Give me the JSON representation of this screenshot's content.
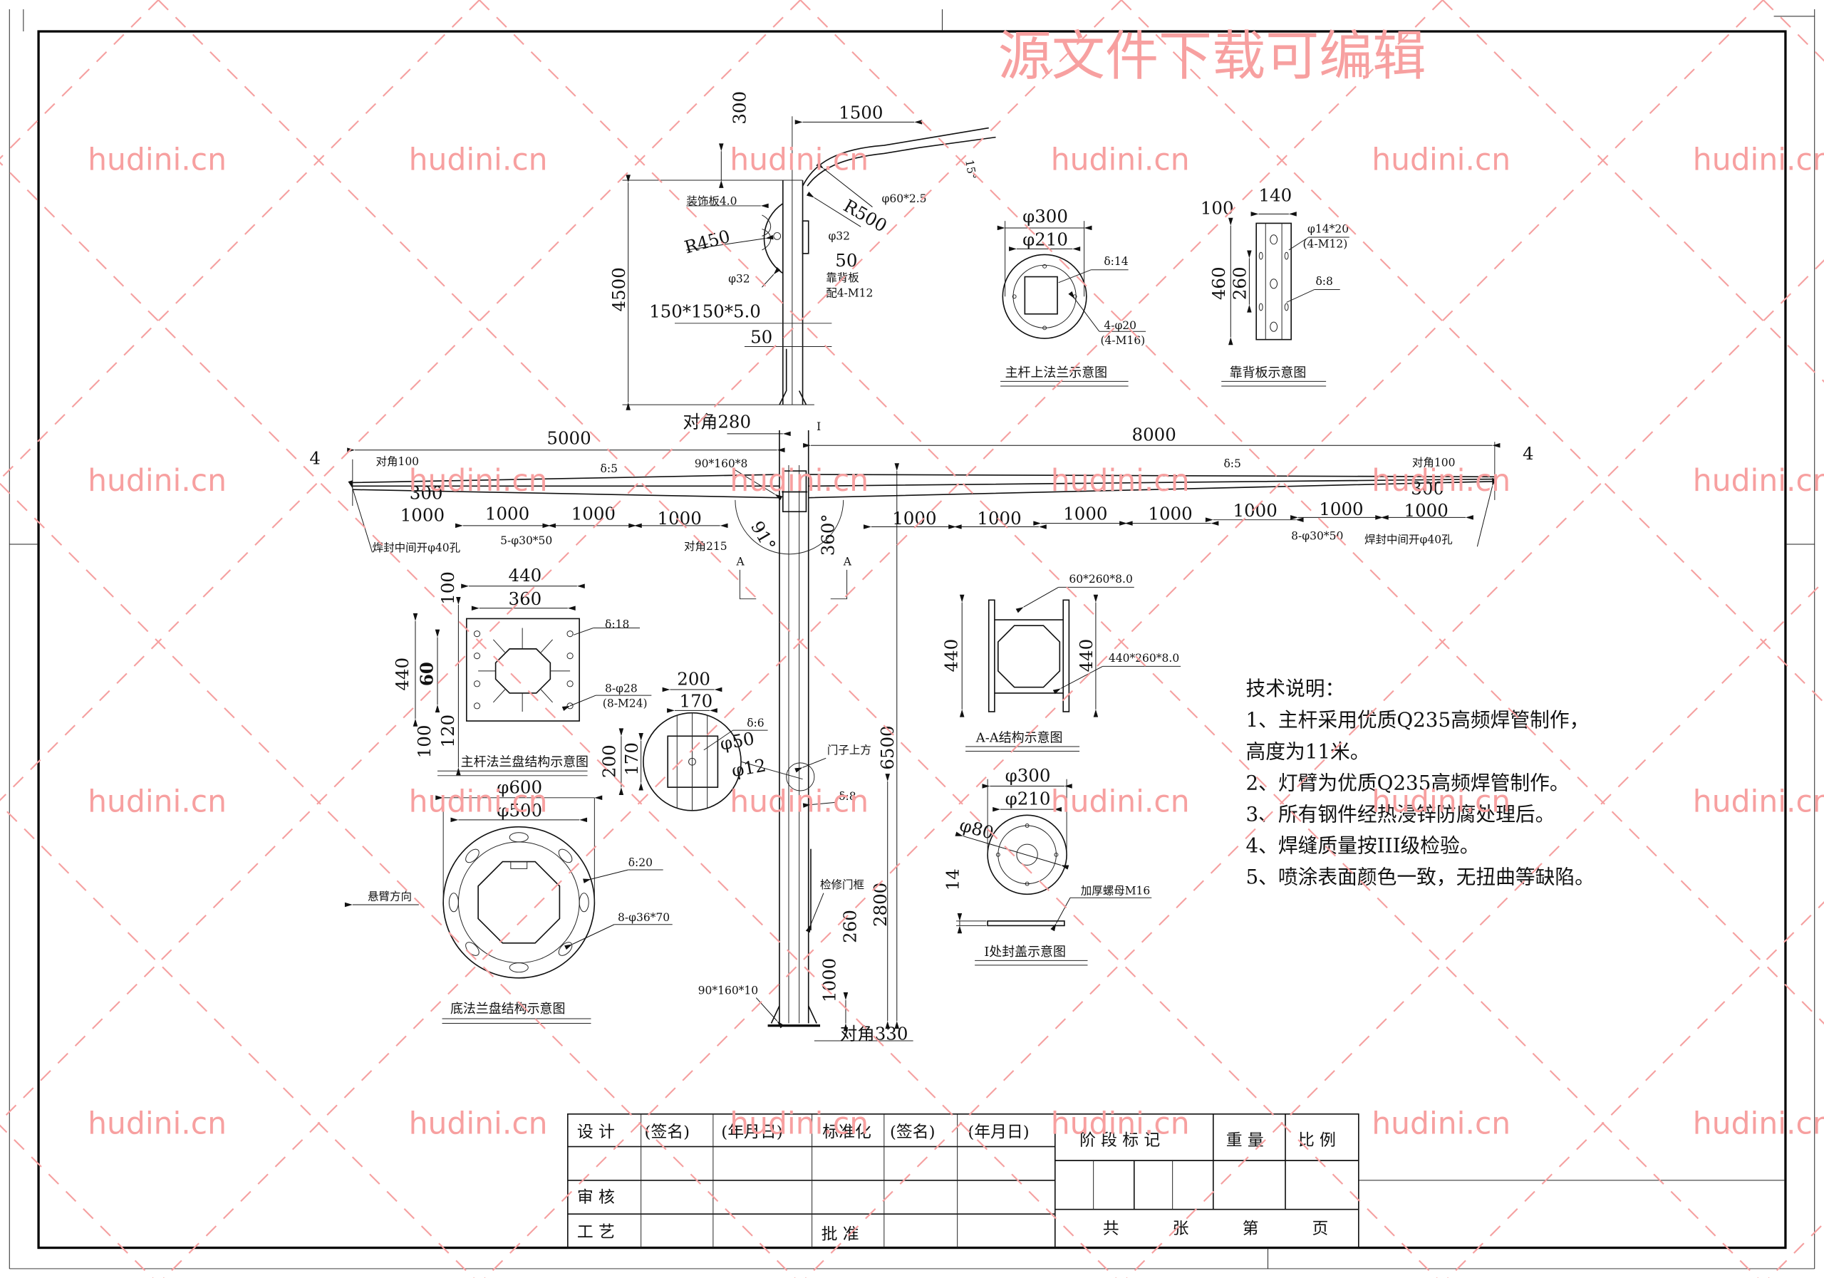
{
  "watermark": {
    "banner": "源文件下载可编辑",
    "site": "hudini.cn",
    "color": "#f7a0a0"
  },
  "side_view": {
    "top_300": "300",
    "arm_1500": "1500",
    "angle": "15°",
    "arm_tube": "φ60*2.5",
    "r500": "R500",
    "deco_plate": "装饰板4.0",
    "r450": "R450",
    "phi32_a": "φ32",
    "phi32_b": "φ32",
    "w50_a": "50",
    "back_plate": "靠背板",
    "back_bolts": "配4-M12",
    "h4500": "4500",
    "section": "150*150*5.0",
    "w50_b": "50"
  },
  "elevation": {
    "diag280": "对角280",
    "mark_i": "I",
    "left_len": "5000",
    "right_len": "8000",
    "tip_left": "4",
    "tip_right": "4",
    "diag100_left": "对角100",
    "diag100_right": "对角100",
    "thk_left": "δ:5",
    "thk_right": "δ:5",
    "rib_top": "90*160*8",
    "left_300": "300",
    "left_spans": [
      "1000",
      "1000",
      "1000",
      "1000"
    ],
    "right_spans": [
      "1000",
      "1000",
      "1000",
      "1000",
      "1000",
      "1000",
      "1000"
    ],
    "right_300": "300",
    "seal_left": "焊封中间开φ40孔",
    "seal_right": "焊封中间开φ40孔",
    "holes_left": "5-φ30*50",
    "holes_right": "8-φ30*50",
    "diag215": "对角215",
    "angle_91": "91°",
    "angle_360": "360°",
    "section_a_left": "A",
    "section_a_right": "A",
    "door_above": "门子上方",
    "h6500": "6500",
    "thk8": "δ:8",
    "door_frame": "检修门框",
    "h2800": "2800",
    "h260": "260",
    "h1000": "1000",
    "rib_base": "90*160*10",
    "diag330": "对角330"
  },
  "top_flange": {
    "d300": "φ300",
    "d210": "φ210",
    "thk": "δ:14",
    "holes": "4-φ20",
    "bolts": "(4-M16)",
    "title": "主杆上法兰示意图"
  },
  "back_plate_view": {
    "w100": "100",
    "w140": "140",
    "holes": "φ14*20",
    "bolts": "(4-M12)",
    "h460": "460",
    "h260": "260",
    "thk": "δ:8",
    "title": "靠背板示意图"
  },
  "mid_flange": {
    "w440": "440",
    "w360": "360",
    "v100": "100",
    "v440": "440",
    "v60": "60",
    "v120": "120",
    "v100b": "100",
    "thk": "δ:18",
    "holes": "8-φ28",
    "bolts": "(8-M24)",
    "title": "主杆法兰盘结构示意图"
  },
  "door_plate": {
    "w200": "200",
    "w170": "170",
    "thk": "δ:6",
    "d50": "φ50",
    "d12": "φ12",
    "h200": "200",
    "h170": "170"
  },
  "base_flange": {
    "d600": "φ600",
    "d500": "φ500",
    "thk": "δ:20",
    "holes": "8-φ36*70",
    "arm_dir": "悬臂方向",
    "title": "底法兰盘结构示意图"
  },
  "section_aa": {
    "plate_top": "60*260*8.0",
    "h440_left": "440",
    "h440_right": "440",
    "plate_side": "440*260*8.0",
    "title": "A-A结构示意图"
  },
  "cover_i": {
    "d300": "φ300",
    "d210": "φ210",
    "d80": "φ80",
    "t14": "14",
    "nut": "加厚螺母M16",
    "title": "I处封盖示意图"
  },
  "notes": {
    "title": "技术说明：",
    "lines": [
      "1、主杆采用优质Q235高频焊管制作，",
      "高度为11米。",
      "2、灯臂为优质Q235高频焊管制作。",
      "3、所有钢件经热浸锌防腐处理后。",
      "4、焊缝质量按III级检验。",
      "5、喷涂表面颜色一致，无扭曲等缺陷。"
    ]
  },
  "title_block": {
    "design": "设  计",
    "sign1": "(签名)",
    "date1": "(年月日)",
    "standard": "标准化",
    "sign2": "(签名)",
    "date2": "(年月日)",
    "review": "审  核",
    "process": "工  艺",
    "approve": "批  准",
    "stage_mark": "阶 段 标 记",
    "weight": "重  量",
    "scale": "比  例",
    "total": "共",
    "sheets": "张",
    "no": "第",
    "page": "页"
  }
}
